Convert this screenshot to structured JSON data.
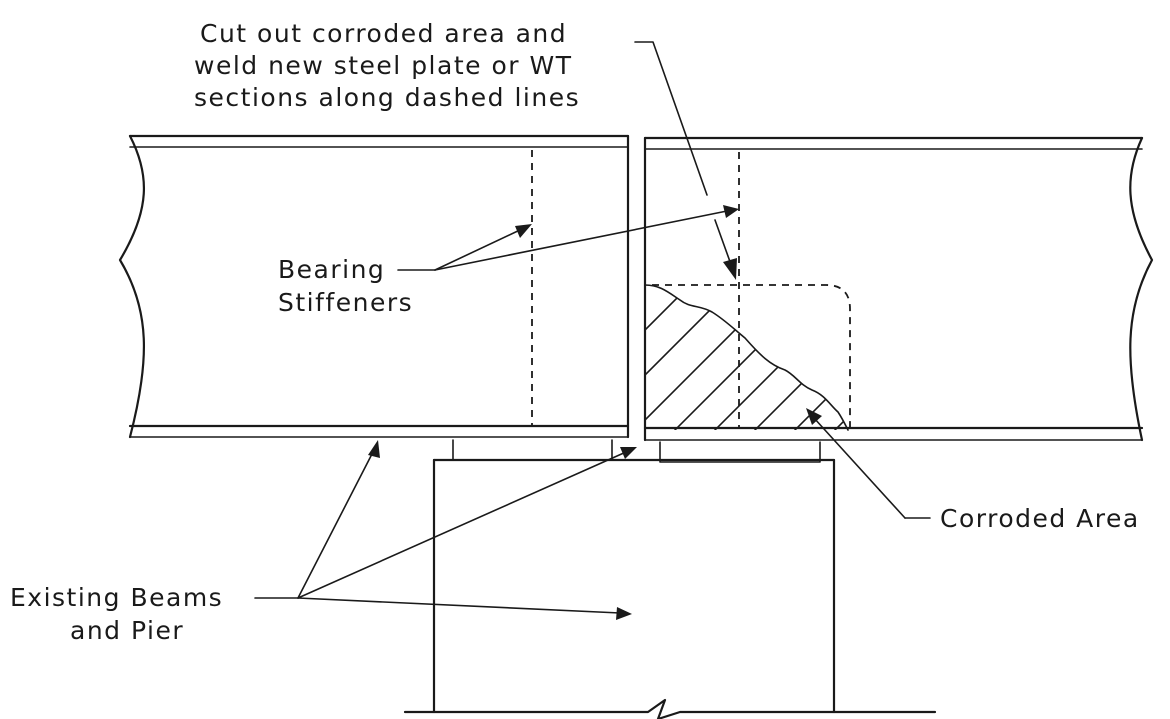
{
  "labels": {
    "cut_out_note": [
      "Cut out corroded area and",
      "weld new steel plate or WT",
      "sections along dashed lines"
    ],
    "bearing_stiffeners": [
      "Bearing",
      "Stiffeners"
    ],
    "corroded_area": "Corroded Area",
    "existing_beams_and_pier": [
      "Existing Beams",
      "and Pier"
    ]
  }
}
